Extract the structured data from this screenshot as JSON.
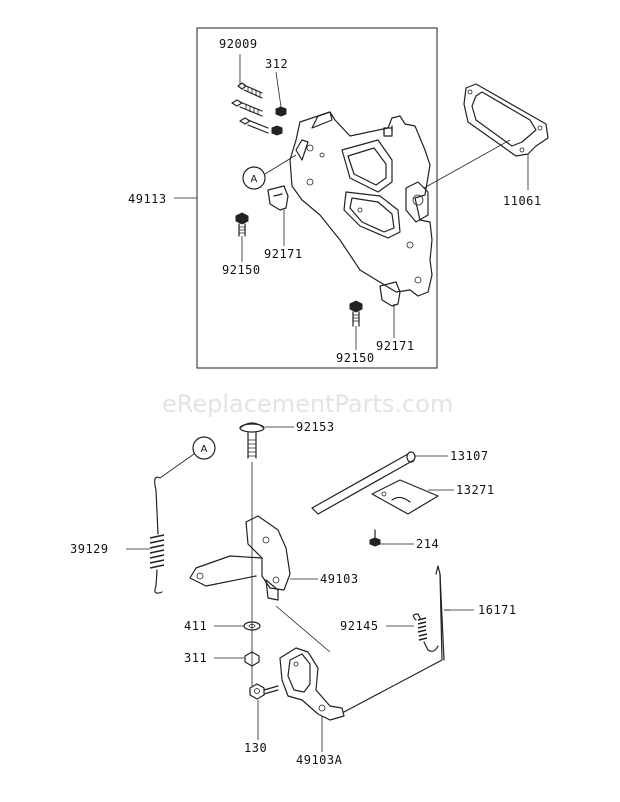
{
  "watermark": "eReplacementParts.com",
  "callouts": {
    "a_top": "A",
    "a_bottom": "A"
  },
  "parts": {
    "p92009": "92009",
    "p312": "312",
    "p49113": "49113",
    "p11061": "11061",
    "p92171_top": "92171",
    "p92150_top": "92150",
    "p92171_bottom": "92171",
    "p92150_bottom": "92150",
    "p92153": "92153",
    "p13107": "13107",
    "p13271": "13271",
    "p214": "214",
    "p39129": "39129",
    "p49103": "49103",
    "p92145": "92145",
    "p16171": "16171",
    "p411": "411",
    "p311": "311",
    "p130": "130",
    "p49103A": "49103A"
  }
}
